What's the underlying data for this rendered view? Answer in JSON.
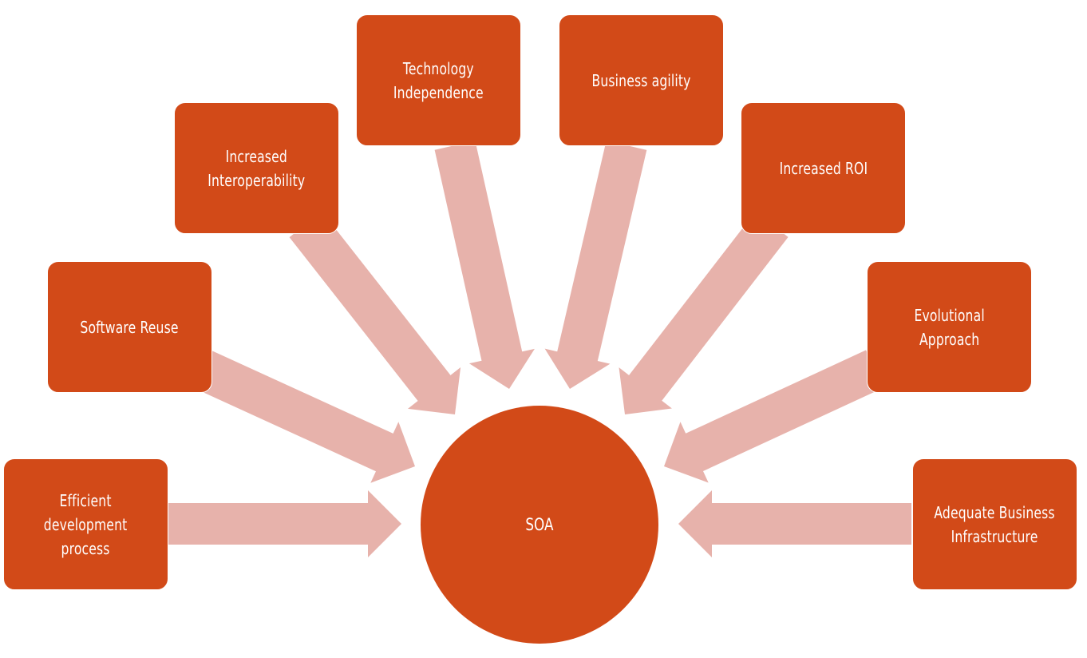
{
  "colors": {
    "box": "#d24a18",
    "arrow": "#e7b2ab",
    "text": "#ffffff"
  },
  "center": {
    "label": "SOA"
  },
  "nodes": [
    {
      "id": "efficient-development-process",
      "lines": [
        "Efficient",
        "development",
        "process"
      ]
    },
    {
      "id": "software-reuse",
      "lines": [
        "Software Reuse"
      ]
    },
    {
      "id": "increased-interoperability",
      "lines": [
        "Increased",
        "Interoperability"
      ]
    },
    {
      "id": "technology-independence",
      "lines": [
        "Technology",
        "Independence"
      ]
    },
    {
      "id": "business-agility",
      "lines": [
        "Business agility"
      ]
    },
    {
      "id": "increased-roi",
      "lines": [
        "Increased ROI"
      ]
    },
    {
      "id": "evolutional-approach",
      "lines": [
        "Evolutional",
        "Approach"
      ]
    },
    {
      "id": "adequate-business-infrastructure",
      "lines": [
        "Adequate Business",
        "Infrastructure"
      ]
    }
  ]
}
